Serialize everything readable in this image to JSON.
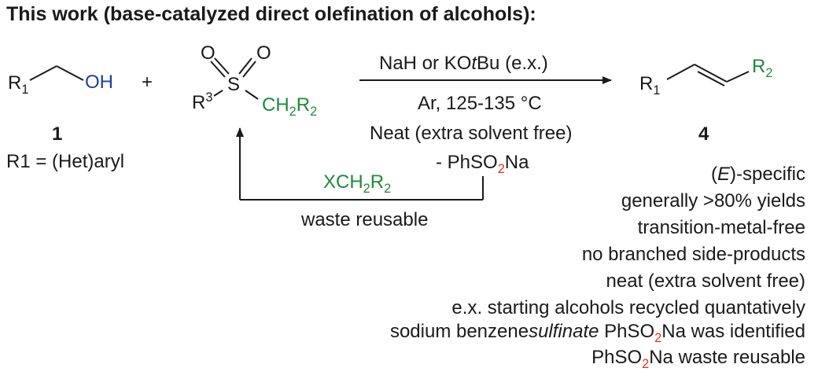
{
  "title": "This work (base-catalyzed direct olefination of alcohols):",
  "alcohol": {
    "r1": "R",
    "r1_sub": "1",
    "oh": "OH",
    "number": "1",
    "scope": "R1 = (Het)aryl"
  },
  "plus": "+",
  "sulfone": {
    "o_left": "O",
    "o_right": "O",
    "s": "S",
    "r3": "R",
    "r3_sup": "3",
    "ch2": "CH",
    "ch2_sub": "2",
    "r2": "R",
    "r2_sub": "2"
  },
  "conditions": {
    "line1_a": "NaH or KO",
    "line1_t": "t",
    "line1_b": "Bu  (e.x.)",
    "line2": "Ar, 125-135 °C",
    "line3": "Neat (extra solvent free)",
    "byproduct_a": "- PhSO",
    "byproduct_sub": "2",
    "byproduct_b": "Na"
  },
  "recycle": {
    "reagent_a": "XCH",
    "reagent_sub": "2",
    "reagent_b": "R",
    "reagent_sub2": "2",
    "caption": "waste reusable"
  },
  "product": {
    "r1": "R",
    "r1_sub": "1",
    "r2": "R",
    "r2_sub": "2",
    "number": "4"
  },
  "features": {
    "e_paren_open": "(",
    "e_letter": "E",
    "e_rest": ")-specific",
    "f2": "generally >80% yields",
    "f3": "transition-metal-free",
    "f4": "no branched side-products",
    "f5": "neat (extra solvent free)",
    "f6": "e.x. starting alcohols recycled quantatively",
    "f7_a": "sodium benzene",
    "f7_i": "sulfinate",
    "f7_b": " PhSO",
    "f7_sub": "2",
    "f7_c": "Na was identified",
    "f8_a": "PhSO",
    "f8_sub": "2",
    "f8_b": "Na waste reusable"
  },
  "colors": {
    "text": "#1a1a1a",
    "blue": "#1f3fa0",
    "green": "#1f8a3a",
    "red": "#e0301e"
  }
}
